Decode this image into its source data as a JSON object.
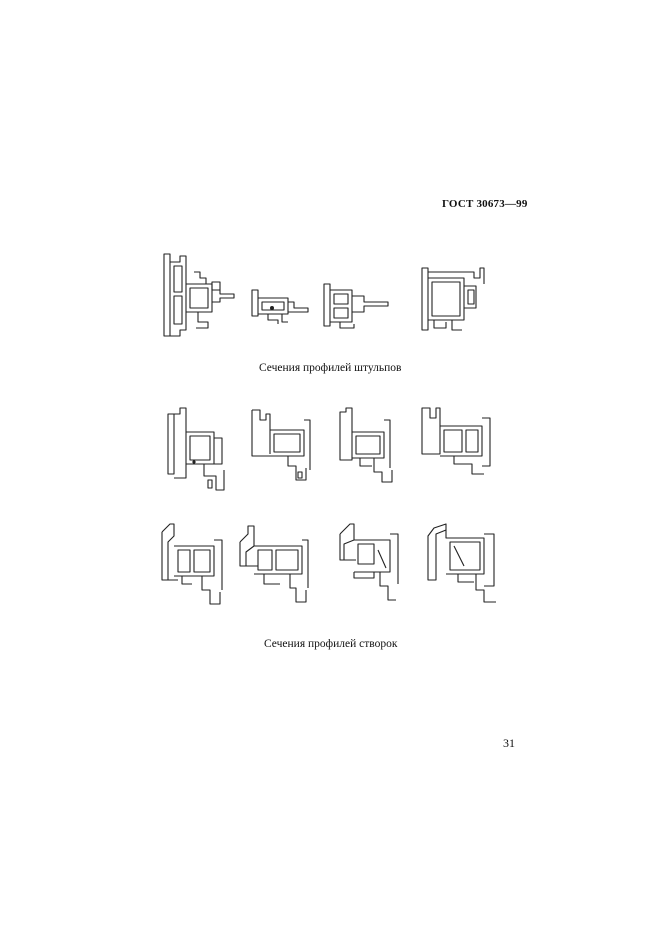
{
  "header": {
    "standard": "ГОСТ 30673—99"
  },
  "captions": {
    "mullions": "Сечения профилей штульпов",
    "sashes": "Сечения профилей створок"
  },
  "page": {
    "number": "31"
  },
  "icons": {
    "mullion_profiles": [
      "mullion-profile-section-1",
      "mullion-profile-section-2",
      "mullion-profile-section-3",
      "mullion-profile-section-4"
    ],
    "sash_profiles": [
      "sash-profile-section-1",
      "sash-profile-section-2",
      "sash-profile-section-3",
      "sash-profile-section-4",
      "sash-profile-section-5",
      "sash-profile-section-6",
      "sash-profile-section-7",
      "sash-profile-section-8"
    ]
  }
}
